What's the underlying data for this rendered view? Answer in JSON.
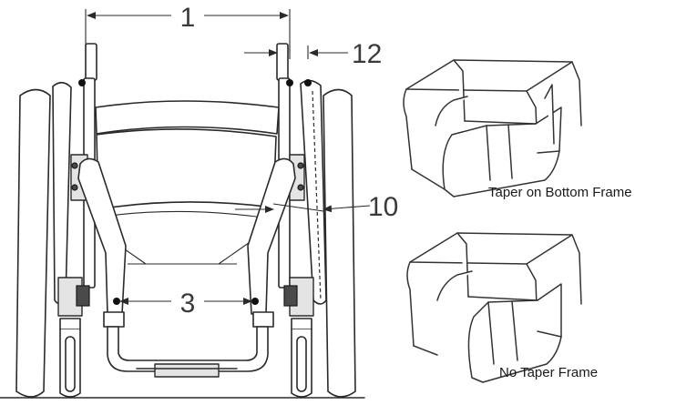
{
  "dimensions": {
    "d1": "1",
    "d12": "12",
    "d10": "10",
    "d3": "3"
  },
  "captions": {
    "taper": "Taper on Bottom Frame",
    "no_taper": "No Taper Frame"
  }
}
